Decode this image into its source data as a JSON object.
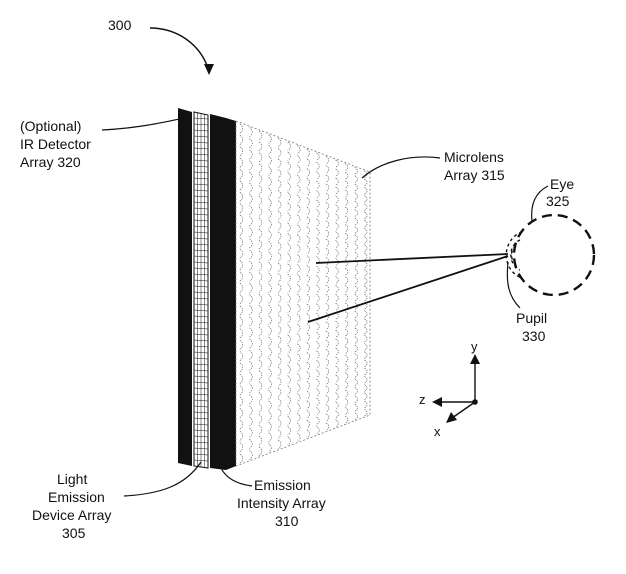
{
  "figure": {
    "number": "300",
    "labels": {
      "ir_line1": "(Optional)",
      "ir_line2": "IR Detector",
      "ir_line3": "Array 320",
      "microlens_line1": "Microlens",
      "microlens_line2": "Array 315",
      "eye_line1": "Eye",
      "eye_line2": "325",
      "pupil_line1": "Pupil",
      "pupil_line2": "330",
      "led_line1": "Light",
      "led_line2": "Emission",
      "led_line3": "Device Array",
      "led_line4": "305",
      "emission_line1": "Emission",
      "emission_line2": "Intensity Array",
      "emission_line3": "310"
    },
    "axes": {
      "x": "x",
      "y": "y",
      "z": "z"
    },
    "colors": {
      "ink": "#111111",
      "lens": "#555555",
      "background": "#ffffff"
    }
  }
}
